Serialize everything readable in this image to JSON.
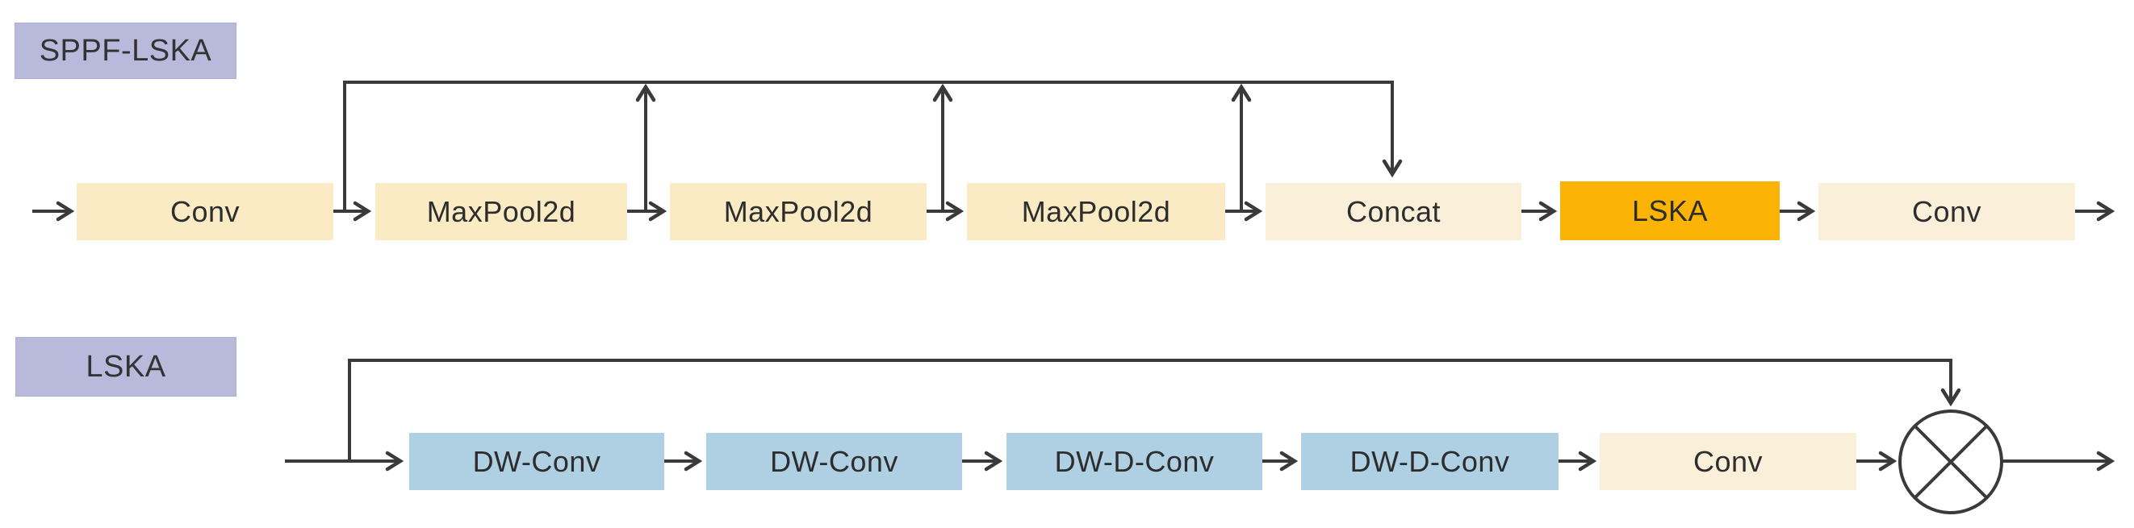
{
  "figure": {
    "type": "architecture-diagram",
    "sppf": {
      "title": "SPPF-LSKA",
      "blocks": {
        "conv_in": "Conv",
        "maxpool1": "MaxPool2d",
        "maxpool2": "MaxPool2d",
        "maxpool3": "MaxPool2d",
        "concat": "Concat",
        "lska": "LSKA",
        "conv_out": "Conv"
      }
    },
    "lska": {
      "title": "LSKA",
      "blocks": {
        "dwconv1": "DW-Conv",
        "dwconv2": "DW-Conv",
        "dwdconv1": "DW-D-Conv",
        "dwdconv2": "DW-D-Conv",
        "conv": "Conv"
      },
      "multiply_symbol": "⊗"
    },
    "colors": {
      "module_label_bg": "#B9BADB",
      "block_cream": "#FBEBC5",
      "block_cream_light": "#FAF0DA",
      "block_orange": "#FBB306",
      "block_blue": "#AFCFE3",
      "line": "#3A3A3A",
      "text": "#2D2D2D",
      "background": "#FFFFFF"
    }
  }
}
